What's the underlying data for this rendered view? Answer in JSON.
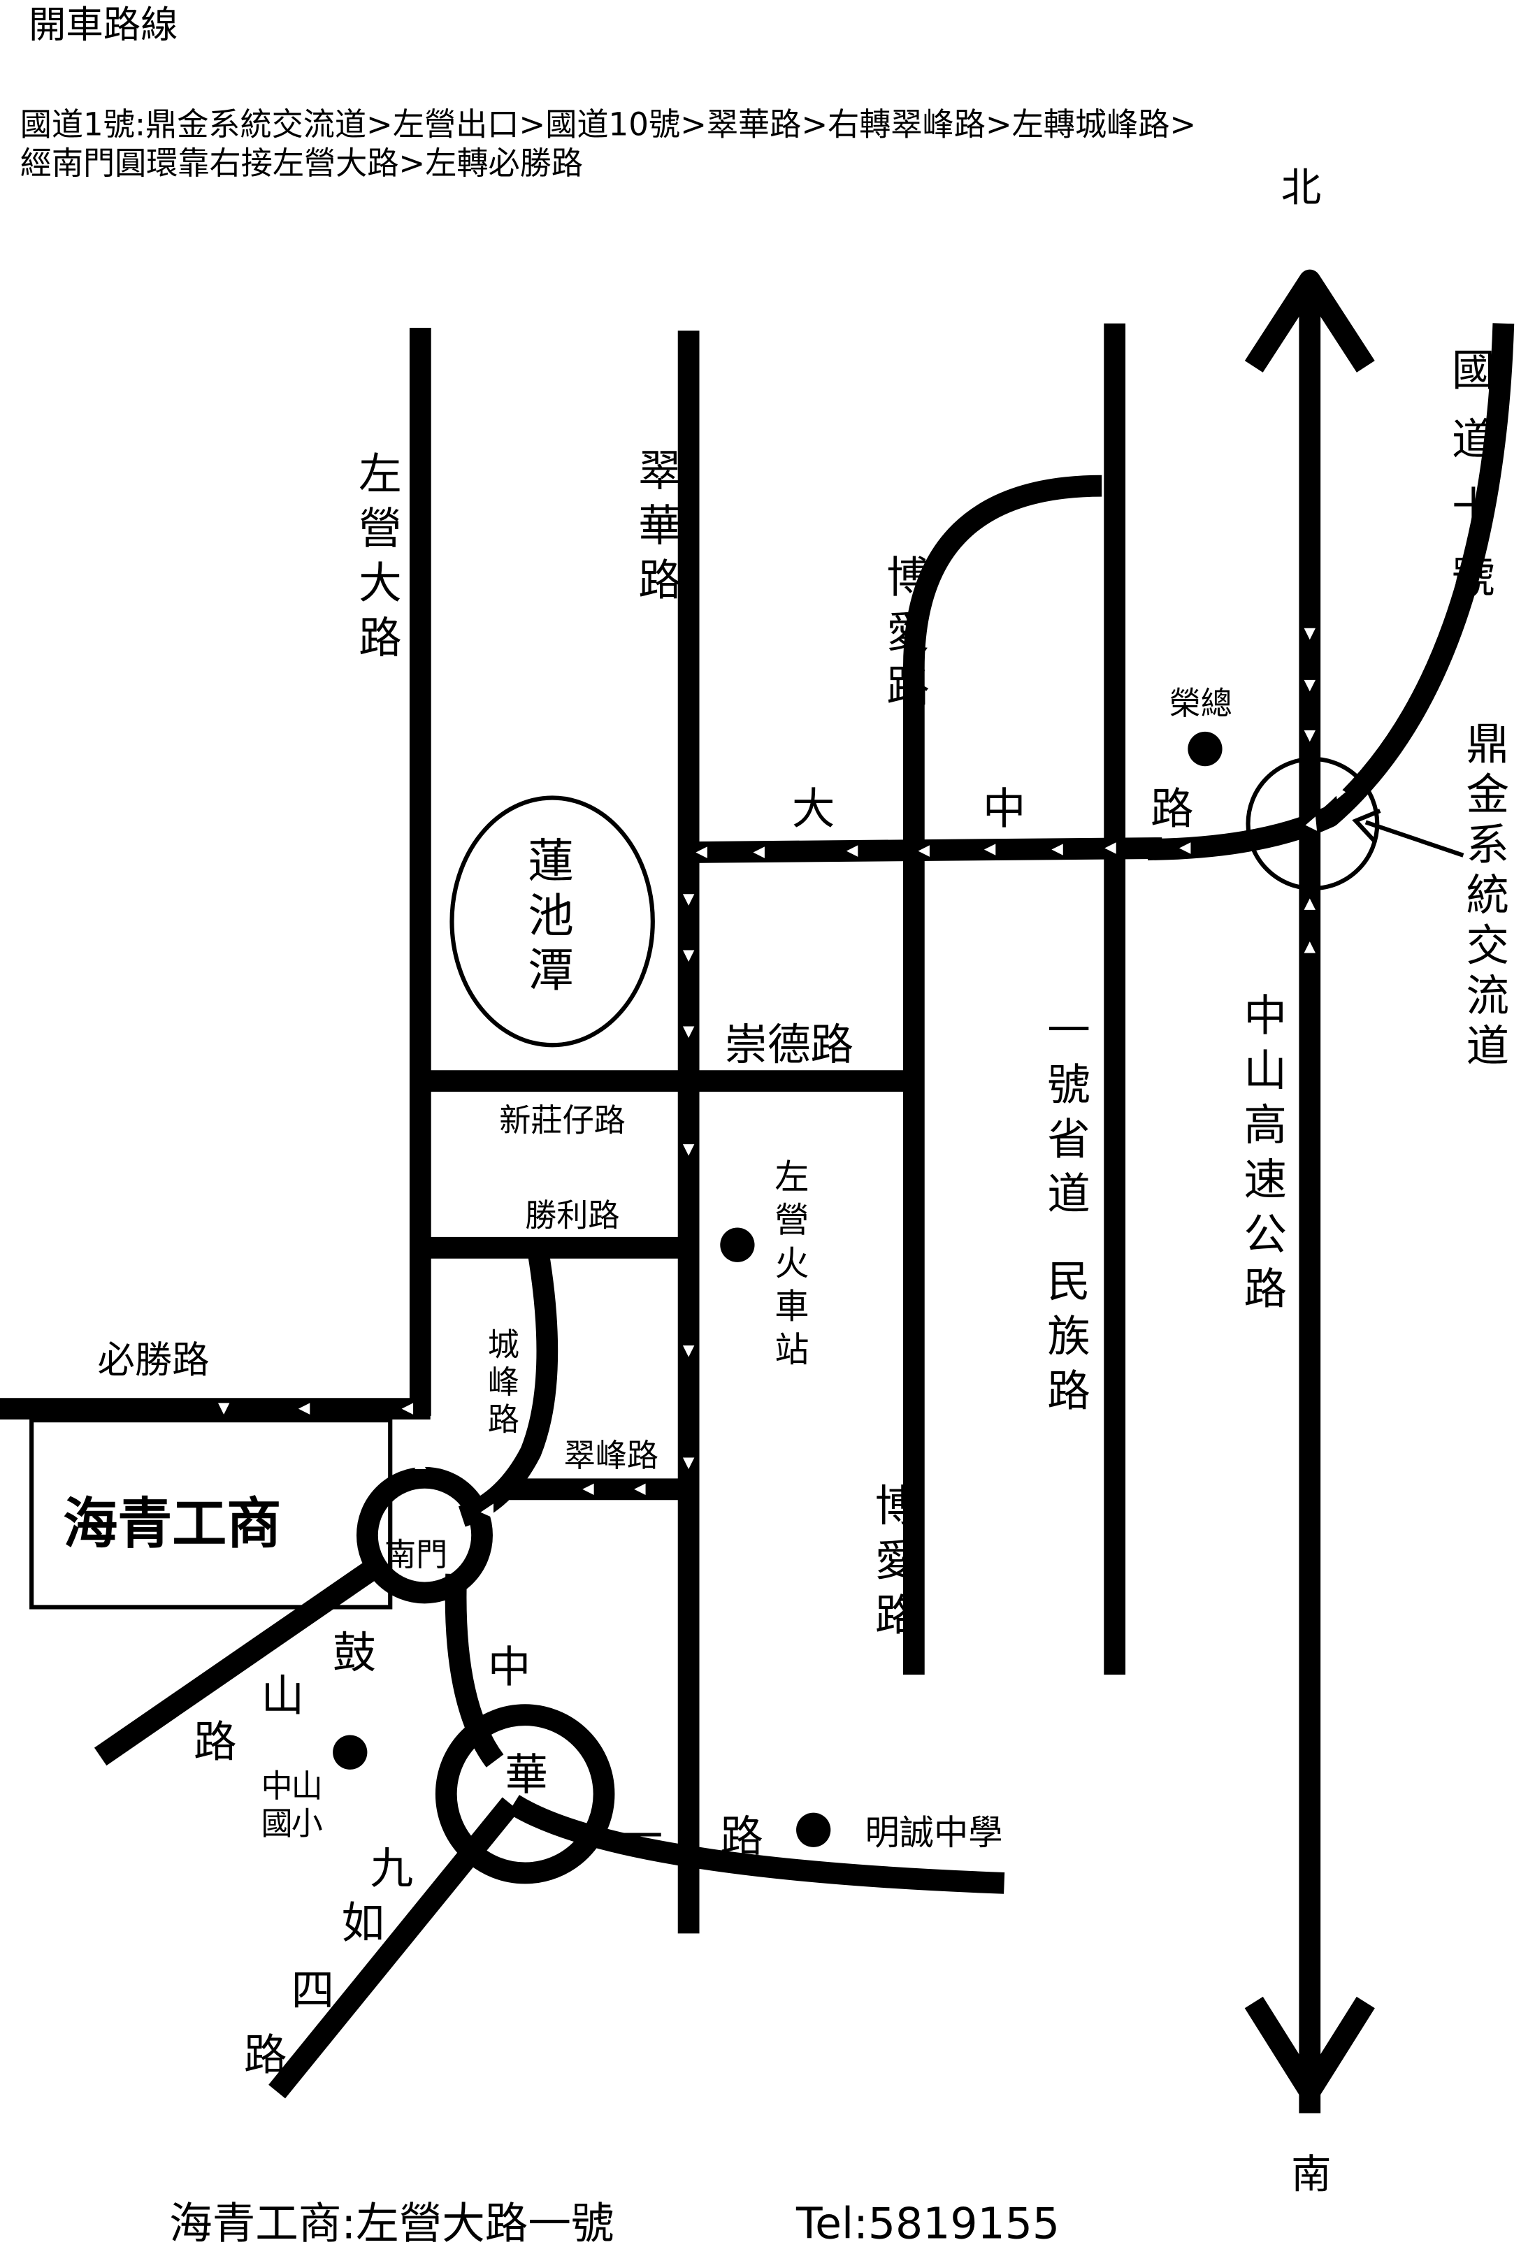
{
  "header": {
    "title": "開車路線",
    "route_line1": "國道1號:鼎金系統交流道>左營出口>國道10號>翠華路>右轉翠峰路>左轉城峰路>",
    "route_line2": "經南門圓環靠右接左營大路>左轉必勝路"
  },
  "compass": {
    "north": "北",
    "south": "南"
  },
  "roads": {
    "zuoying_dalu": "左營大路",
    "cuihua_lu": "翠華路",
    "boai_lu": "博愛路",
    "guodao10": "國道十號",
    "dazhong_lu": [
      "大",
      "中",
      "路"
    ],
    "chongde_lu": "崇德路",
    "xinzhuangzi_lu": "新莊仔路",
    "shengli_lu": "勝利路",
    "chengfeng_lu": "城峰路",
    "cuifeng_lu": "翠峰路",
    "bisheng_lu": "必勝路",
    "provincial_1": "一號省道",
    "minzu_lu": "民族路",
    "zhongshan_highway": "中山高速公路",
    "gushan_lu": "鼓山路",
    "zhonghua_yilu": [
      "中",
      "華",
      "一",
      "路"
    ],
    "jiuru_silu": "九如四路"
  },
  "landmarks": {
    "lianchitan": "蓮池潭",
    "vgh": "榮總",
    "zuoying_station": "左營火車站",
    "zhongshan_elementary": "中山國小",
    "mingcheng_high": "明誠中學",
    "south_gate": "南門",
    "school": "海青工商",
    "dingjin_interchange": "鼎金系統交流道"
  },
  "footer": {
    "address": "海青工商:左營大路一號",
    "tel": "Tel:5819155"
  }
}
